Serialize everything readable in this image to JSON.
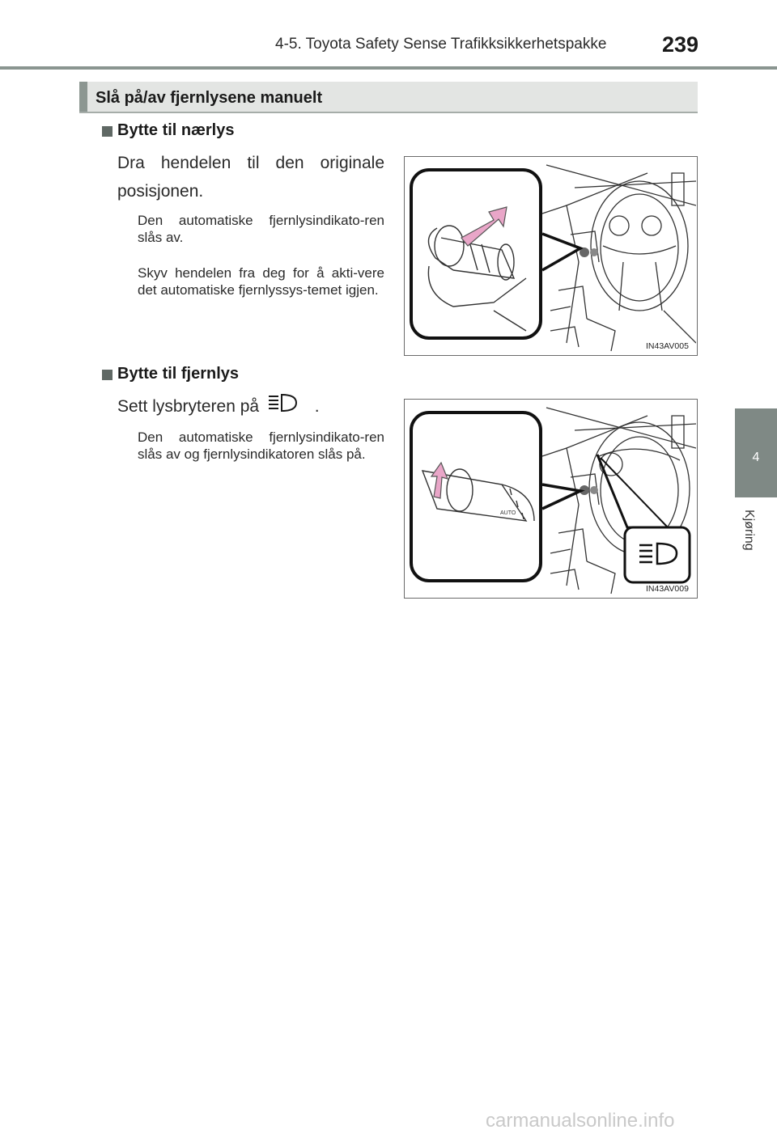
{
  "header": {
    "running_title": "4-5. Toyota Safety Sense Trafikksikkerhetspakke",
    "page_number": "239"
  },
  "side_tab": {
    "chapter_number": "4",
    "chapter_label": "Kjøring"
  },
  "section": {
    "title": "Slå på/av fjernlysene manuelt"
  },
  "blocks": [
    {
      "heading": "Bytte til nærlys",
      "instruction_line1": "Dra hendelen til den originale",
      "instruction_line2": "posisjonen.",
      "notes": [
        "Den automatiske fjernlysindikato-ren slås av.",
        "Skyv hendelen fra deg for å akti-vere det automatiske fjernlyssys-temet igjen."
      ],
      "figure_code": "IN43AV005"
    },
    {
      "heading": "Bytte til fjernlys",
      "instruction_before_icon": "Sett lysbryteren på",
      "instruction_after_icon": ".",
      "instruction_icon": "high-beam-icon",
      "notes": [
        "Den automatiske fjernlysindikato-ren slås av og fjernlysindikatoren slås på."
      ],
      "figure_code": "IN43AV009"
    }
  ],
  "colors": {
    "arrow_pink": "#e9a6c8",
    "tab_gray": "#7f8985",
    "section_bar": "#e3e5e3"
  },
  "watermark": "carmanualsonline.info"
}
